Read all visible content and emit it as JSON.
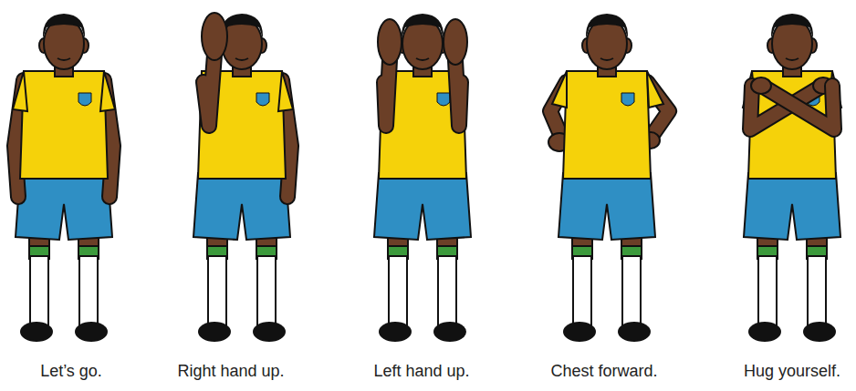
{
  "diagram": {
    "labels": [
      "Let’s go.",
      "Right hand up.",
      "Left hand up.",
      "Chest forward.",
      "Hug yourself."
    ]
  }
}
